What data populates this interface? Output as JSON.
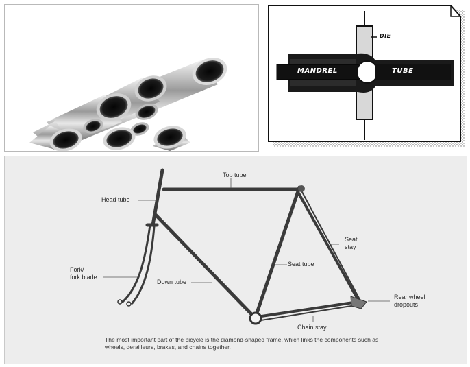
{
  "panels": {
    "tubes": {
      "name": "steel-tubes-photo"
    },
    "die": {
      "labels": {
        "die": "DIE",
        "mandrel": "MANDREL",
        "tube": "TUBE"
      }
    },
    "frame": {
      "labels": {
        "top_tube": "Top tube",
        "head_tube": "Head tube",
        "seat_stay": "Seat\nstay",
        "seat_tube": "Seat tube",
        "fork": "Fork/\nfork blade",
        "down_tube": "Down tube",
        "rear_dropouts": "Rear wheel\ndropouts",
        "chain_stay": "Chain stay"
      },
      "caption": "The most important part of the bicycle is the diamond-shaped frame, which links the components such as wheels, derailleurs, brakes, and chains together."
    }
  }
}
